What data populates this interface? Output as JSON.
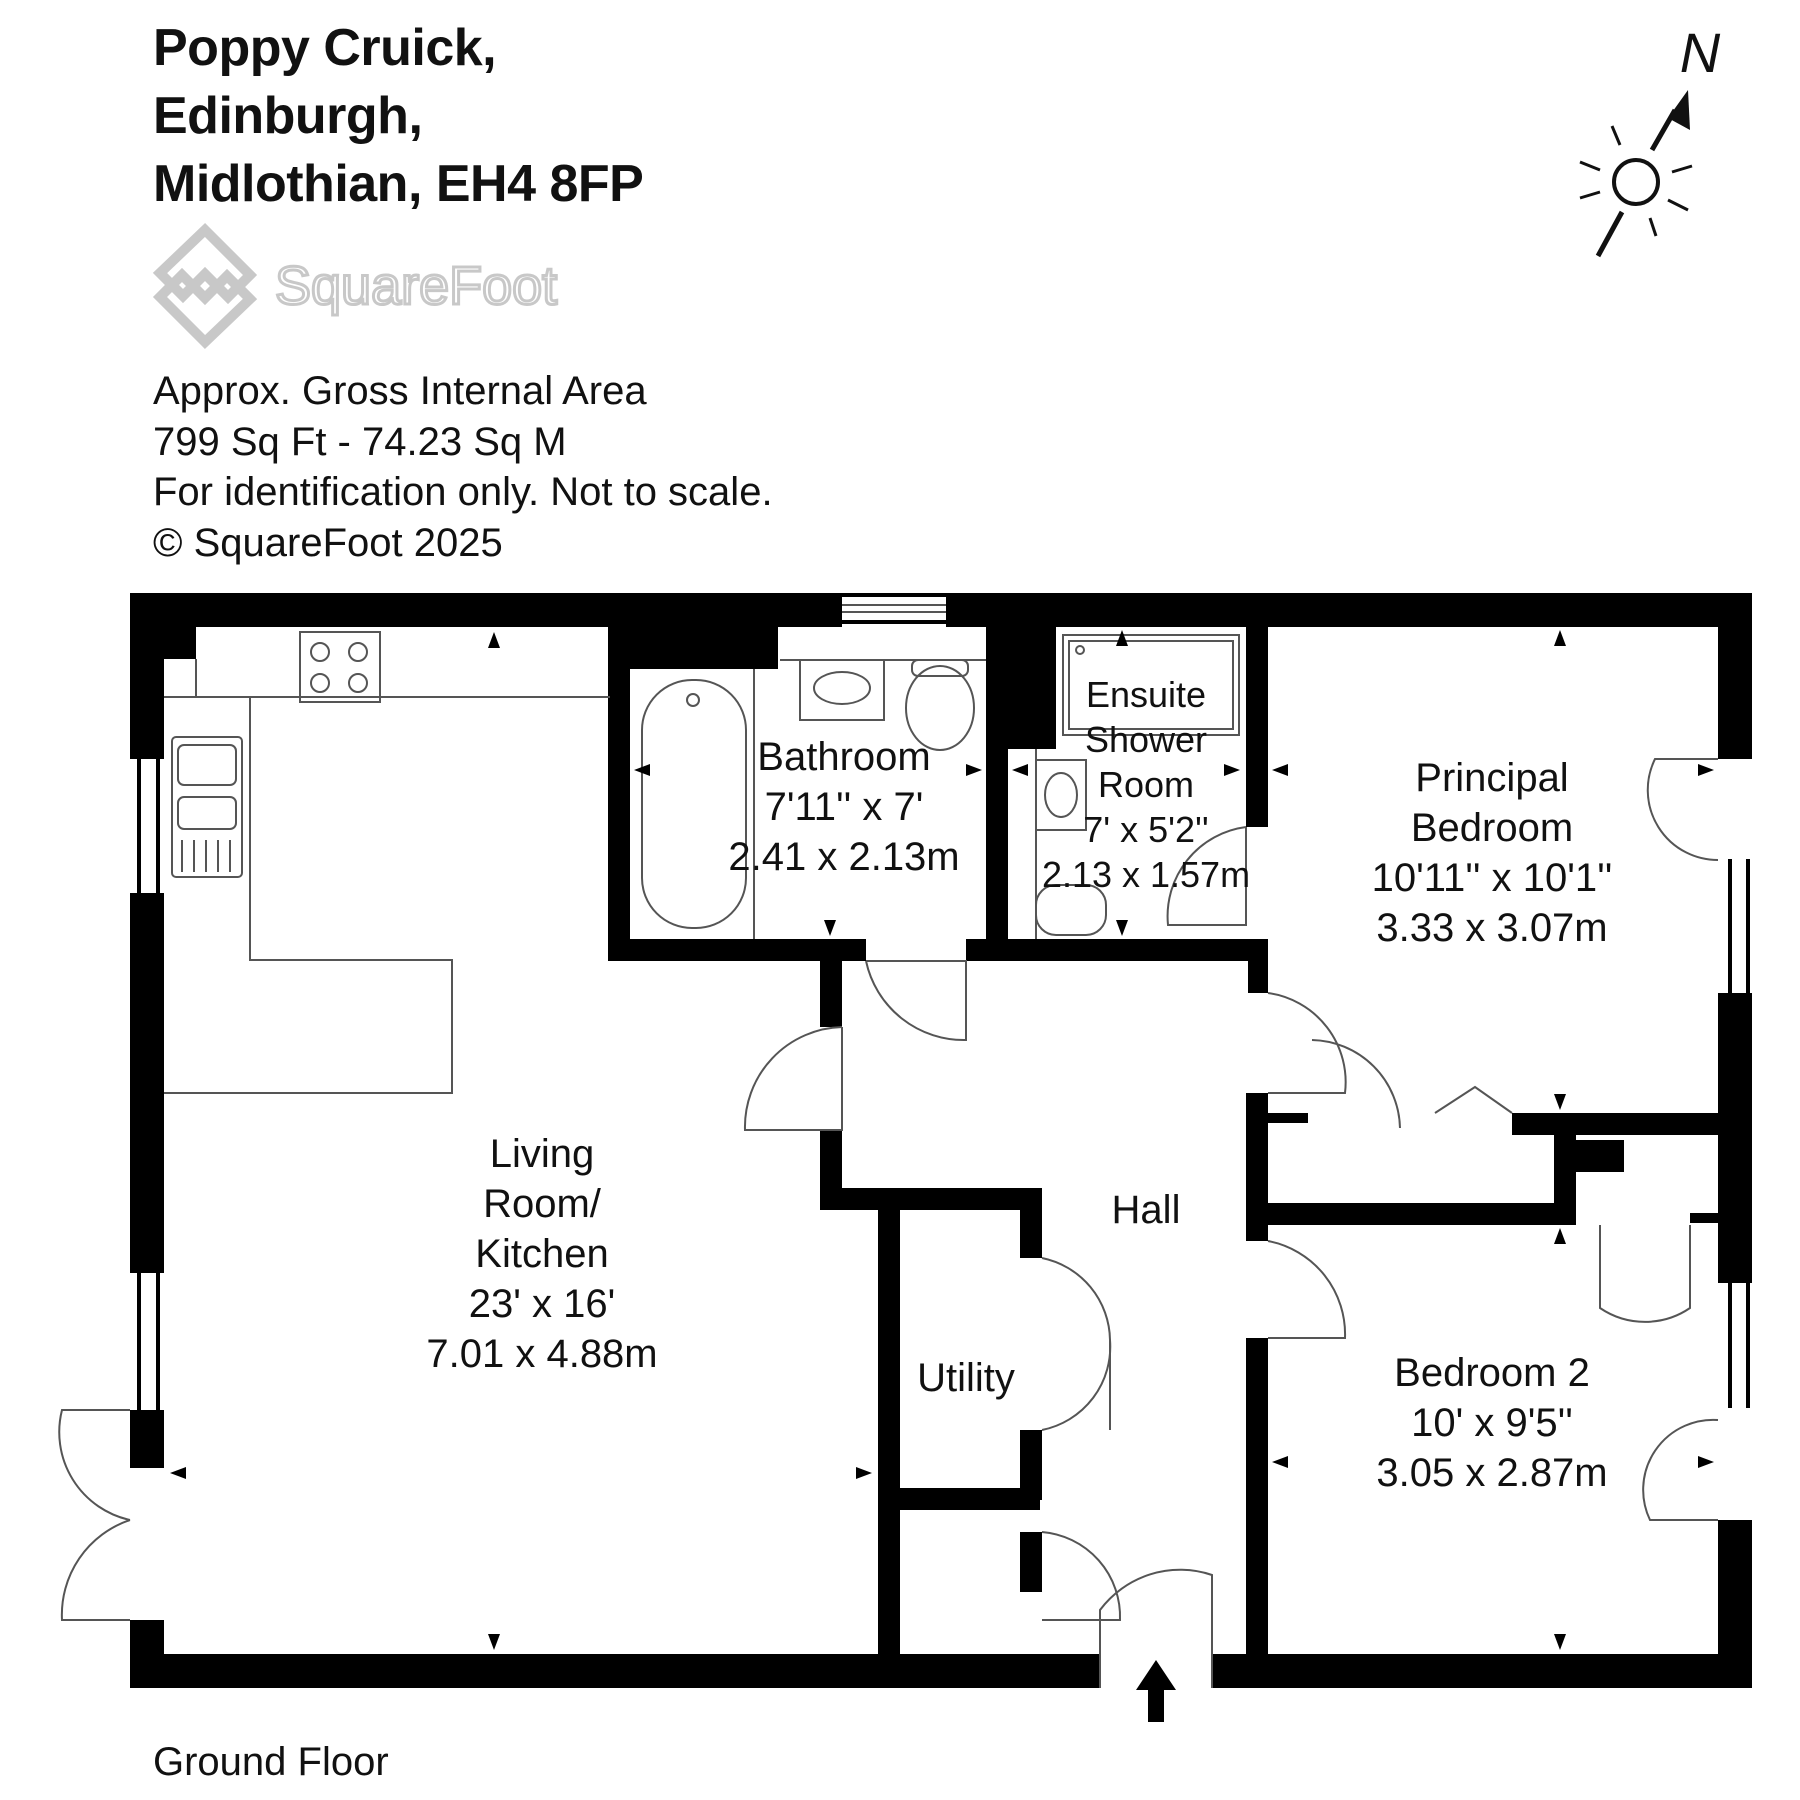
{
  "address": {
    "line1": "Poppy Cruick,",
    "line2": "Edinburgh,",
    "line3": "Midlothian, EH4 8FP"
  },
  "logo": {
    "text": "SquareFoot"
  },
  "info": {
    "line1": "Approx. Gross Internal Area",
    "line2": "799 Sq Ft  -  74.23 Sq M",
    "line3": "For identification only. Not to scale.",
    "line4": "© SquareFoot 2025"
  },
  "compass": {
    "label": "N"
  },
  "rooms": {
    "living": {
      "name1": "Living",
      "name2": "Room/",
      "name3": "Kitchen",
      "imperial": "23' x 16'",
      "metric": "7.01 x 4.88m"
    },
    "bathroom": {
      "name": "Bathroom",
      "imperial": "7'11'' x 7'",
      "metric": "2.41 x 2.13m"
    },
    "ensuite": {
      "name1": "Ensuite",
      "name2": "Shower",
      "name3": "Room",
      "imperial": "7' x 5'2''",
      "metric": "2.13 x 1.57m"
    },
    "principal": {
      "name1": "Principal",
      "name2": "Bedroom",
      "imperial": "10'11'' x 10'1''",
      "metric": "3.33 x 3.07m"
    },
    "hall": {
      "name": "Hall"
    },
    "utility": {
      "name": "Utility"
    },
    "bedroom2": {
      "name": "Bedroom 2",
      "imperial": "10' x 9'5''",
      "metric": "3.05 x 2.87m"
    }
  },
  "floor_label": "Ground Floor",
  "colors": {
    "wall": "#000000",
    "logo": "#c8c8c8",
    "text": "#111111"
  }
}
